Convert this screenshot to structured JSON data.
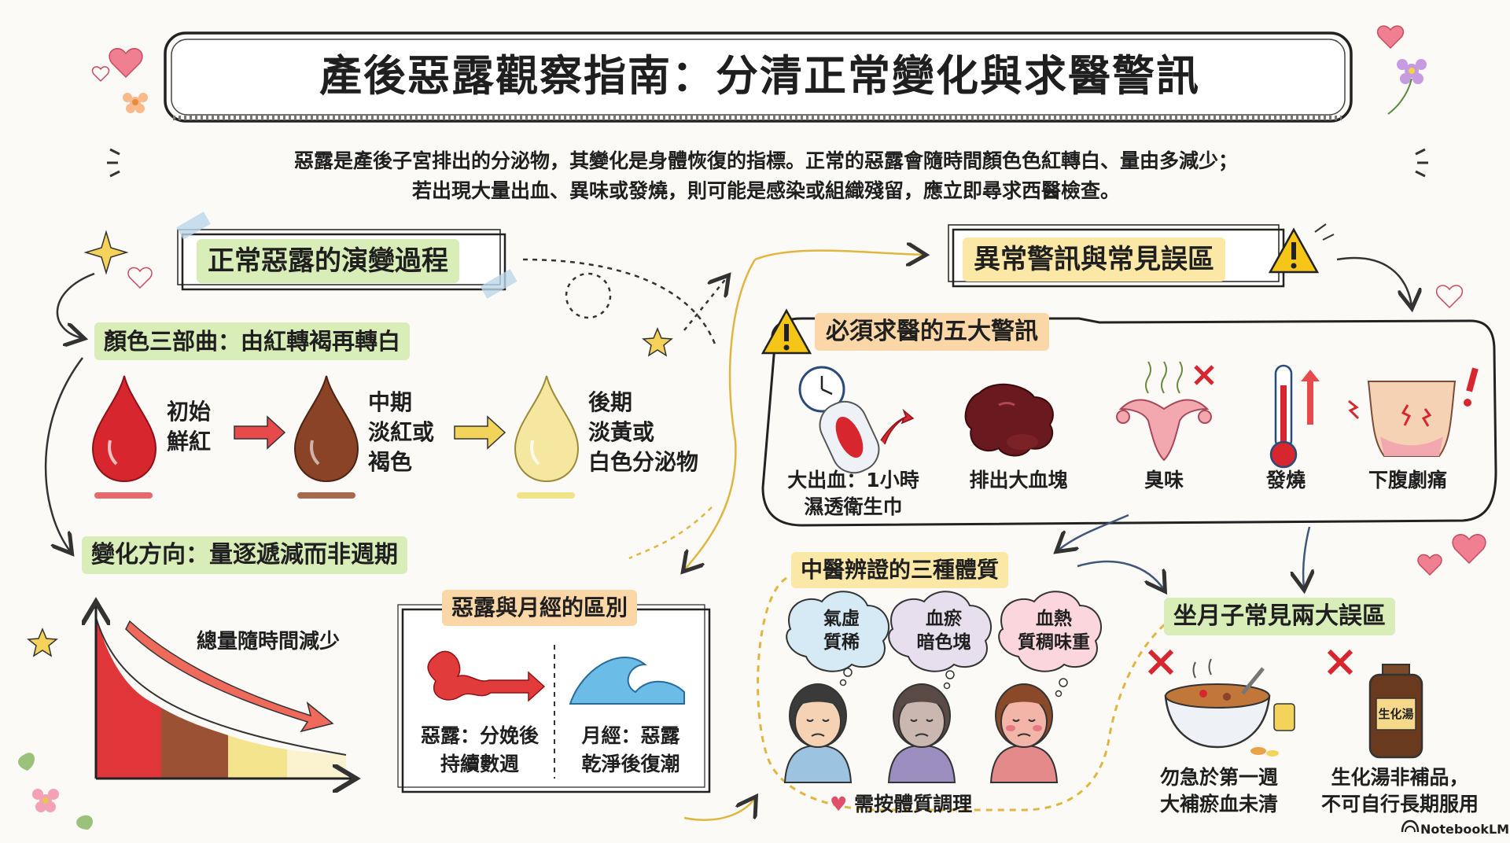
{
  "title": "產後惡露觀察指南：分清正常變化與求醫警訊",
  "intro": {
    "line1": "惡露是產後子宮排出的分泌物，其變化是身體恢復的指標。正常的惡露會隨時間顏色色紅轉白、量由多減少；",
    "line2": "若出現大量出血、異味或發燒，則可能是感染或組織殘留，應立即尋求西醫檢查。"
  },
  "normal": {
    "heading": "正常惡露的演變過程",
    "color_heading": "顏色三部曲：由紅轉褐再轉白",
    "stages": [
      {
        "l1": "初始",
        "l2": "鮮紅",
        "l3": "",
        "color": "#d8262e"
      },
      {
        "l1": "中期",
        "l2": "淡紅或",
        "l3": "褐色",
        "color": "#8a4327"
      },
      {
        "l1": "後期",
        "l2": "淡黃或",
        "l3": "白色分泌物",
        "color": "#f6e7a0"
      }
    ],
    "trend_heading": "變化方向：量逐遞減而非週期",
    "trend_label": "總量隨時間減少"
  },
  "compare": {
    "heading": "惡露與月經的區別",
    "left_l1": "惡露：分娩後",
    "left_l2": "持續數週",
    "right_l1": "月經：惡露",
    "right_l2": "乾淨後復潮"
  },
  "abnormal": {
    "heading": "異常警訊與常見誤區",
    "warn_heading": "必須求醫的五大警訊",
    "warnings": [
      {
        "l1": "大出血：1小時",
        "l2": "濕透衛生巾",
        "icon": "pad-clock-icon"
      },
      {
        "l1": "排出大血塊",
        "l2": "",
        "icon": "blood-clot-icon"
      },
      {
        "l1": "臭味",
        "l2": "",
        "icon": "uterus-odor-icon"
      },
      {
        "l1": "發燒",
        "l2": "",
        "icon": "thermometer-icon"
      },
      {
        "l1": "下腹劇痛",
        "l2": "",
        "icon": "abdomen-pain-icon"
      }
    ]
  },
  "tcm": {
    "heading": "中醫辨證的三種體質",
    "types": [
      {
        "l1": "氣虛",
        "l2": "質稀",
        "face": "#f6d2b5",
        "hair": "#3a3a3a",
        "shirt": "#9cc3e0"
      },
      {
        "l1": "血瘀",
        "l2": "暗色塊",
        "face": "#c9b7b0",
        "hair": "#5a4a45",
        "shirt": "#9c8fc0"
      },
      {
        "l1": "血熱",
        "l2": "質稠味重",
        "face": "#f3b5a8",
        "hair": "#8a4a2a",
        "shirt": "#e58a8a"
      }
    ],
    "footer": "需按體質調理"
  },
  "myths": {
    "heading": "坐月子常見兩大誤區",
    "items": [
      {
        "l1": "勿急於第一週",
        "l2": "大補瘀血未清"
      },
      {
        "l1": "生化湯非補品，",
        "l2": "不可自行長期服用"
      }
    ],
    "jar_label": "生化湯"
  },
  "brand": "NotebookLM",
  "colors": {
    "red": "#d8262e",
    "brown": "#8a4327",
    "yellow": "#f6e7a0",
    "green_hl": "#d9edb8",
    "yellow_hl": "#fbe7a6",
    "orange_hl": "#fbd7a8",
    "warning": "#f5c518"
  }
}
